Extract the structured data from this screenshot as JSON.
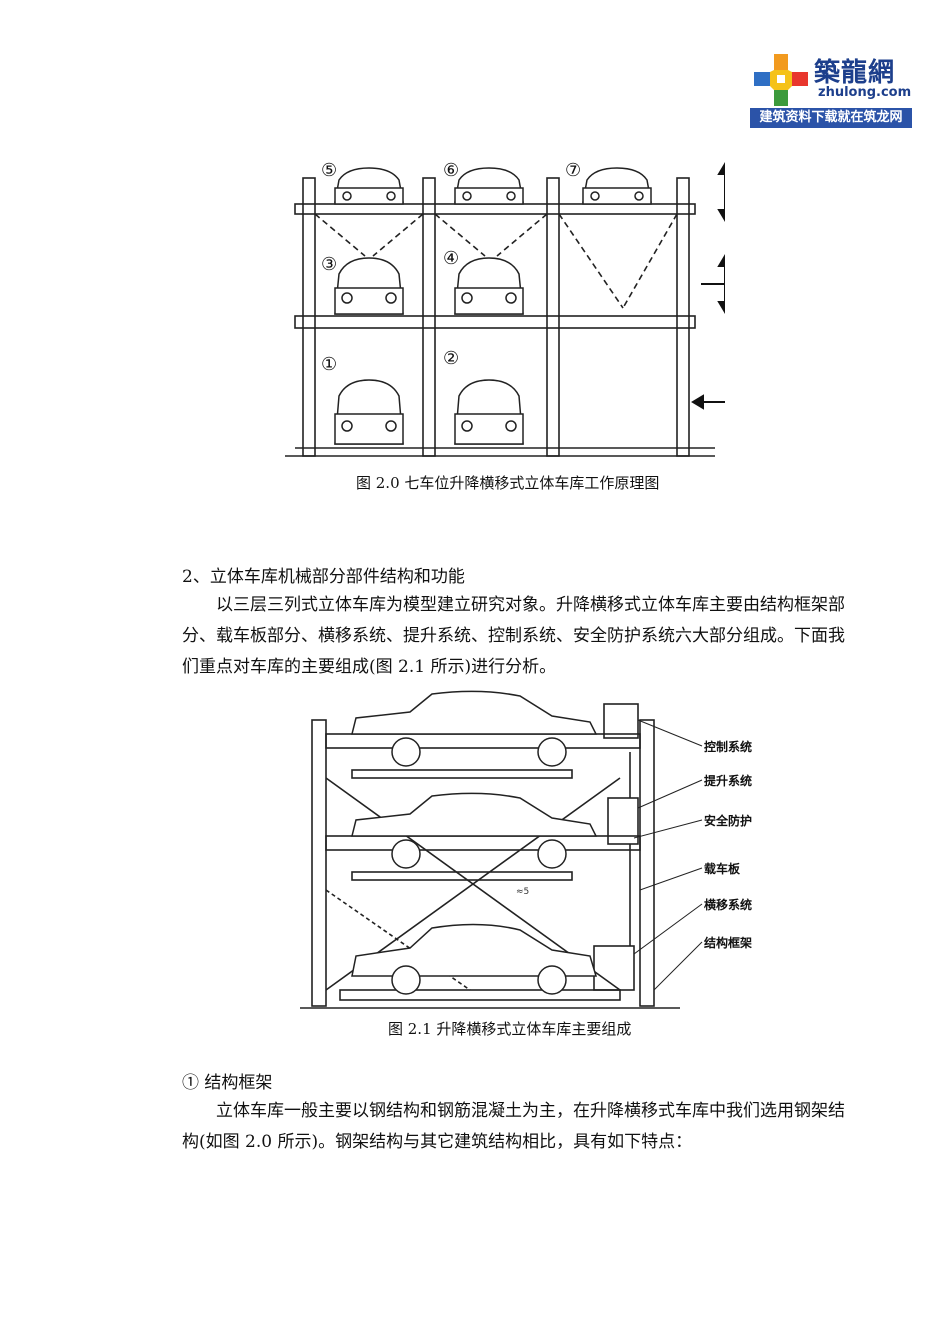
{
  "logo": {
    "name_cn": "築龍網",
    "domain": "zhulong.com",
    "slogan": "建筑资料下载就在筑龙网"
  },
  "figure1": {
    "caption": "图  2.0 七车位升降横移式立体车库工作原理图",
    "slots": [
      "⑤",
      "⑥",
      "⑦",
      "③",
      "④",
      "①",
      "②"
    ]
  },
  "section2": {
    "heading": "2、立体车库机械部分部件结构和功能",
    "paragraph": "以三层三列式立体车库为模型建立研究对象。升降横移式立体车库主要由结构框架部分、载车板部分、横移系统、提升系统、控制系统、安全防护系统六大部分组成。下面我们重点对车库的主要组成(图 2.1 所示)进行分析。"
  },
  "figure2": {
    "caption": "图  2.1 升降横移式立体车库主要组成",
    "labels": [
      "控制系统",
      "提升系统",
      "安全防护",
      "载车板",
      "横移系统",
      "结构框架"
    ],
    "note": "≈5"
  },
  "section3": {
    "heading": "① 结构框架",
    "paragraph": "立体车库一般主要以钢结构和钢筋混凝土为主，在升降横移式车库中我们选用钢架结构(如图 2.0 所示)。钢架结构与其它建筑结构相比，具有如下特点："
  }
}
